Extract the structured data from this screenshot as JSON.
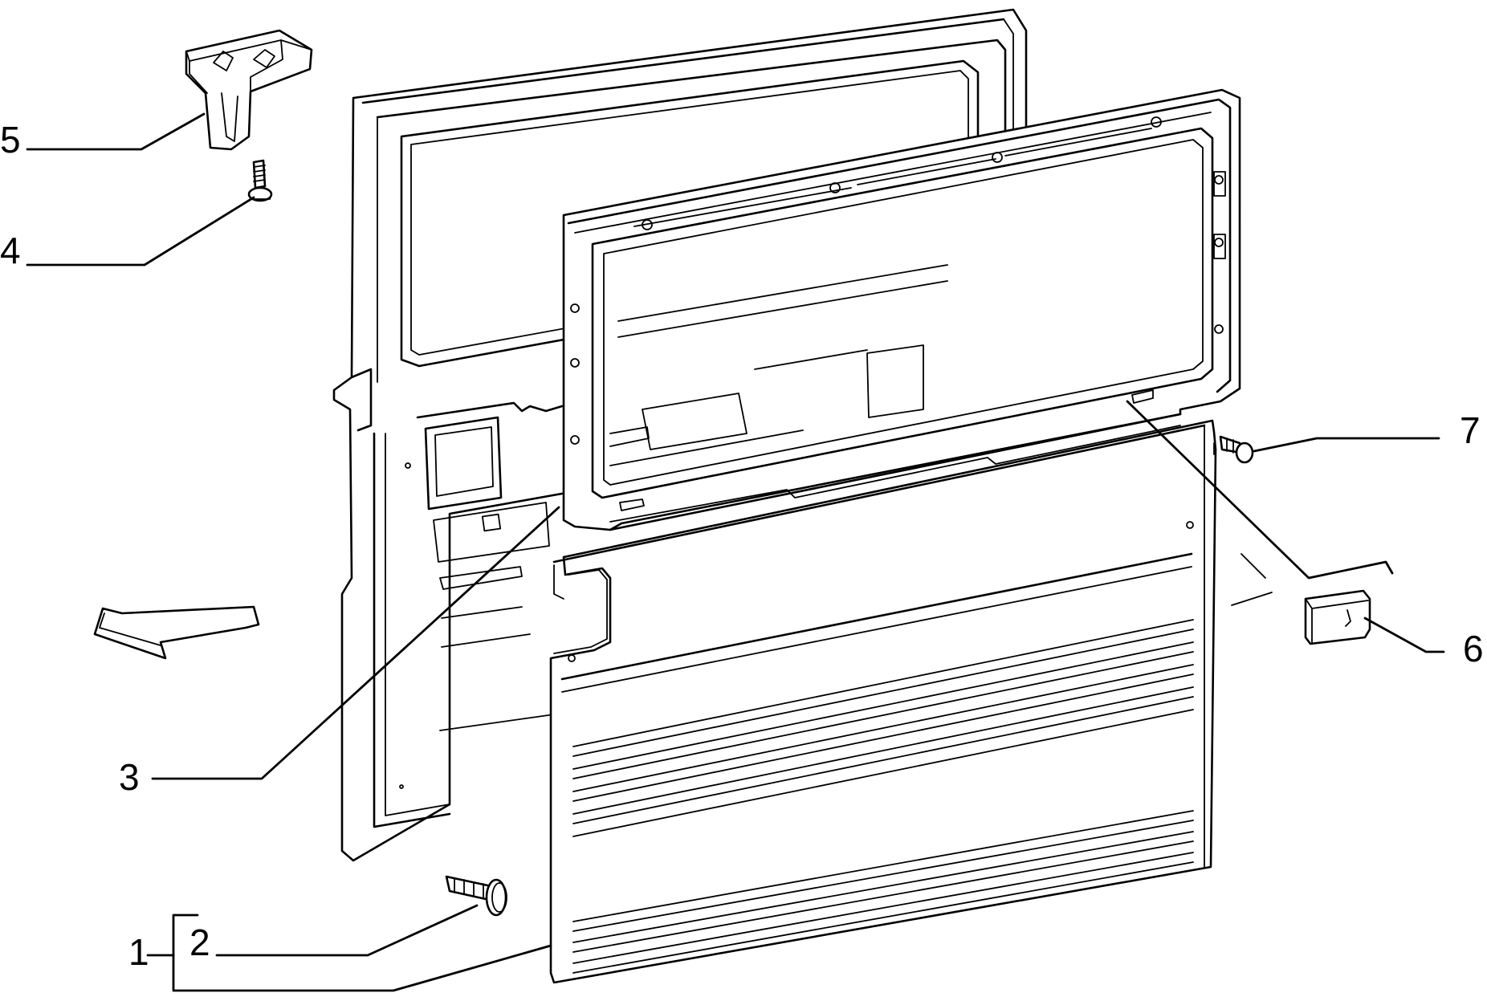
{
  "diagram": {
    "callouts": [
      {
        "id": "1",
        "label": "1"
      },
      {
        "id": "2",
        "label": "2"
      },
      {
        "id": "3",
        "label": "3"
      },
      {
        "id": "4",
        "label": "4"
      },
      {
        "id": "5",
        "label": "5"
      },
      {
        "id": "6",
        "label": "6"
      },
      {
        "id": "7",
        "label": "7"
      }
    ],
    "parts": [
      {
        "callout": "1",
        "icon": "door-trim-panel-icon"
      },
      {
        "callout": "2",
        "icon": "push-clip-icon"
      },
      {
        "callout": "3",
        "icon": "upper-trim-frame-icon"
      },
      {
        "callout": "4",
        "icon": "screw-icon"
      },
      {
        "callout": "5",
        "icon": "bracket-icon"
      },
      {
        "callout": "6",
        "icon": "cap-icon"
      },
      {
        "callout": "7",
        "icon": "rivet-icon"
      }
    ],
    "direction_arrow_icon": "front-direction-arrow-icon",
    "background_icon": "door-inner-shell-icon",
    "ink_color": "#000000",
    "paper_color": "#ffffff"
  }
}
